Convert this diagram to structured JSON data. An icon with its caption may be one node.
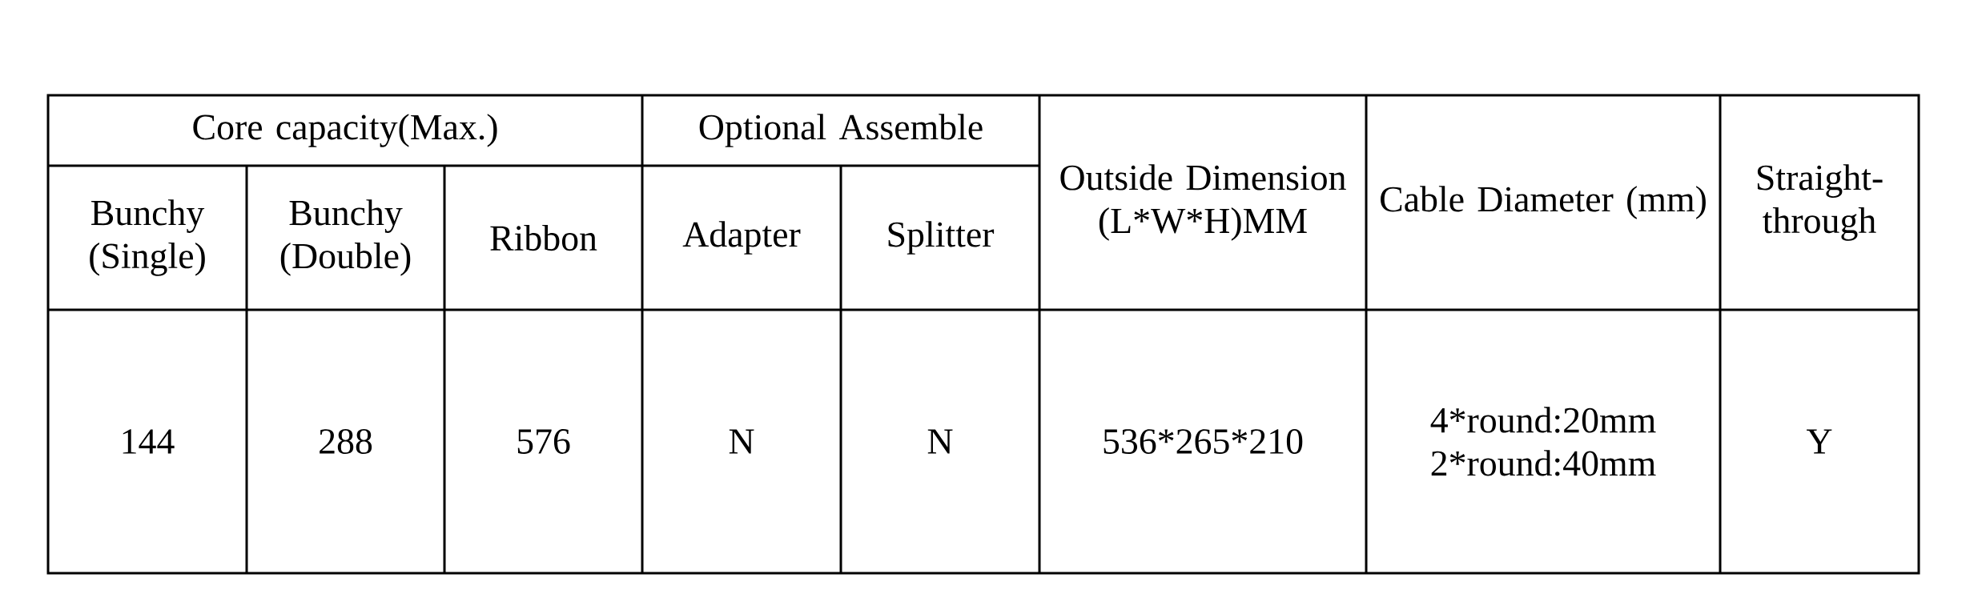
{
  "diagram": {
    "labels": [
      "Core capacity(Max.)",
      "Optional Assemble",
      "Outside Dimension (L*W*H)MM",
      "Cable Diameter (mm)",
      "Straight-through",
      "Bunchy (Single)",
      "Bunchy (Double)",
      "Ribbon",
      "Adapter",
      "Splitter",
      "144",
      "288",
      "576",
      "N",
      "N",
      "536*265*210",
      "4*round:20mm 2*round:40mm",
      "Y"
    ]
  }
}
